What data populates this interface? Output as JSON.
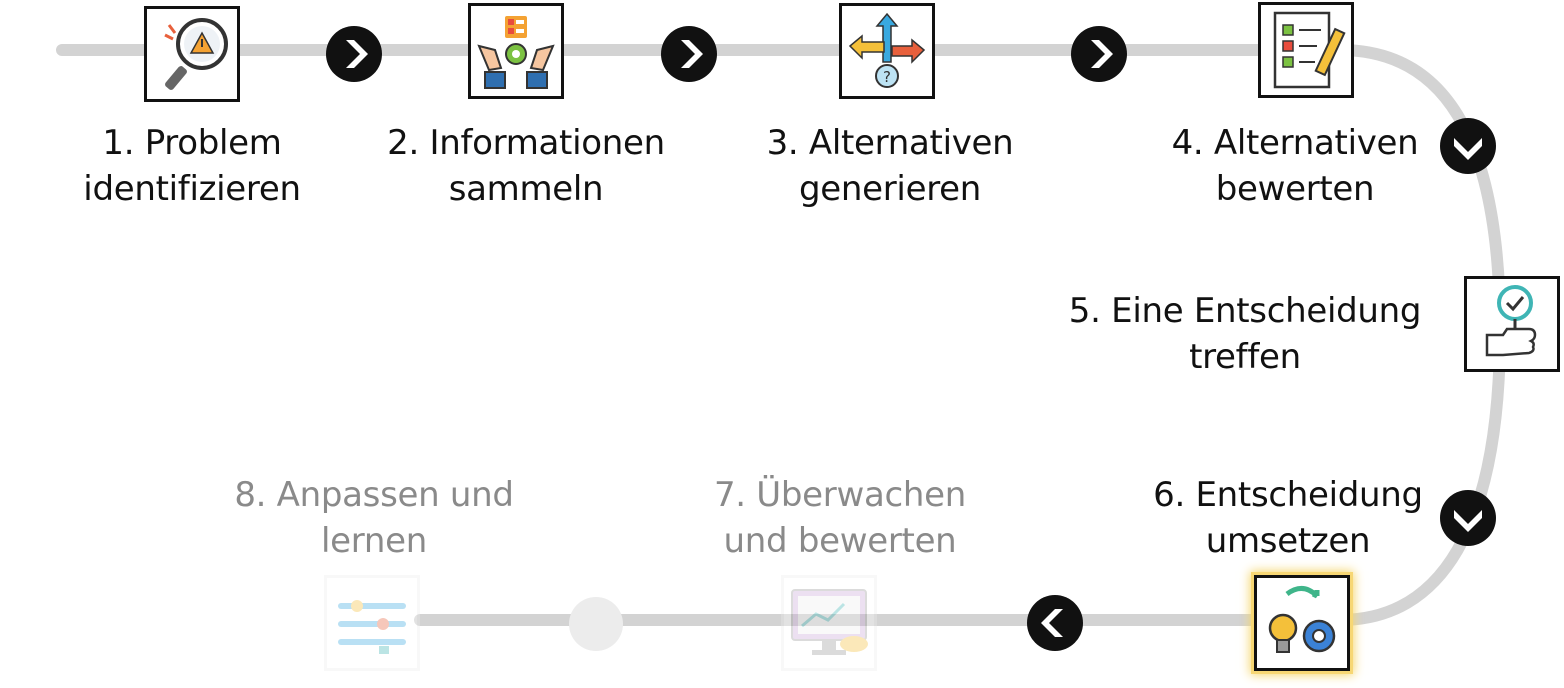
{
  "steps": [
    {
      "line1": "1. Problem",
      "line2": "identifizieren",
      "icon": "magnifier-warning-icon",
      "state": "done"
    },
    {
      "line1": "2. Informationen",
      "line2": "sammeln",
      "icon": "hands-gear-data-icon",
      "state": "done"
    },
    {
      "line1": "3. Alternativen",
      "line2": "generieren",
      "icon": "crossroads-arrows-icon",
      "state": "done"
    },
    {
      "line1": "4. Alternativen",
      "line2": "bewerten",
      "icon": "checklist-pencil-icon",
      "state": "done"
    },
    {
      "line1": "5. Eine Entscheidung",
      "line2": "treffen",
      "icon": "hand-check-icon",
      "state": "done"
    },
    {
      "line1": "6. Entscheidung",
      "line2": "umsetzen",
      "icon": "bulb-gear-icon",
      "state": "current"
    },
    {
      "line1": "7. Überwachen",
      "line2": "und bewerten",
      "icon": "monitor-chart-eye-icon",
      "state": "upcoming"
    },
    {
      "line1": "8. Anpassen und",
      "line2": "lernen",
      "icon": "sliders-hand-icon",
      "state": "upcoming"
    }
  ],
  "colors": {
    "track": "#d3d3d3",
    "active_text": "#111111",
    "faded_text": "#8a8a8a",
    "button": "#111111",
    "highlight": "#f5d56a"
  }
}
